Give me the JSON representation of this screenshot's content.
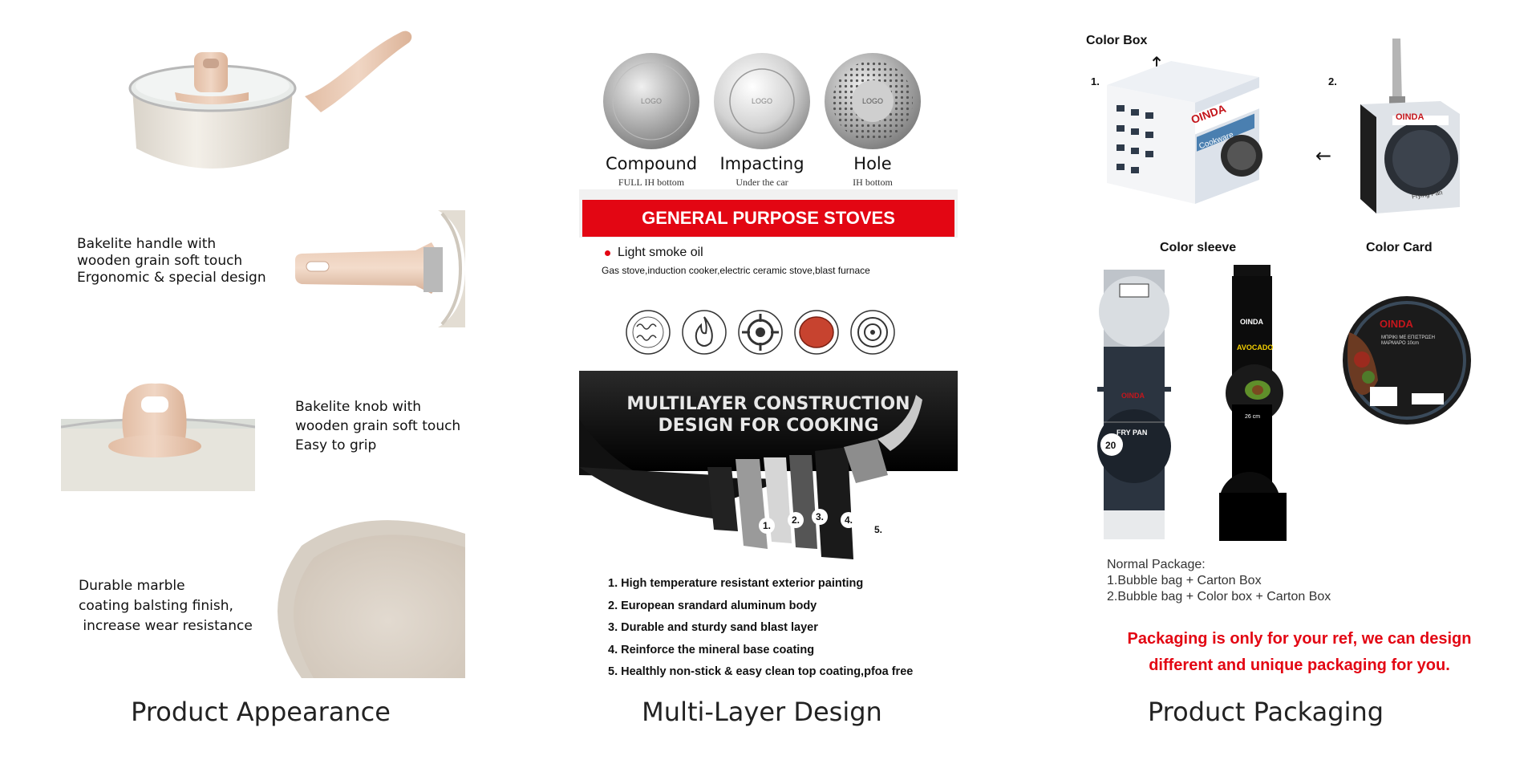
{
  "appearance": {
    "title": "Product Appearance",
    "features": [
      {
        "lines": [
          "Bakelite handle with",
          "wooden grain soft touch",
          "Ergonomic & special design"
        ]
      },
      {
        "lines": [
          "Bakelite knob with",
          "wooden grain soft touch",
          "Easy to grip"
        ]
      },
      {
        "lines": [
          "Durable marble",
          "coating balsting finish,",
          " increase wear resistance"
        ]
      }
    ]
  },
  "multilayer": {
    "title": "Multi-Layer Design",
    "discs": [
      {
        "name": "Compound",
        "sub": "FULL IH bottom",
        "logo": "LOGO"
      },
      {
        "name": "Impacting",
        "sub": "Under the car",
        "logo": "LOGO"
      },
      {
        "name": "Hole",
        "sub": "IH bottom",
        "logo": "LOGO"
      }
    ],
    "banner": "GENERAL PURPOSE STOVES",
    "smoke_label": "Light smoke oil",
    "stoves": "Gas stove,induction cooker,electric ceramic stove,blast furnace",
    "stove_icons": [
      "coil-stove-icon",
      "flame-icon",
      "gas-burner-icon",
      "ceramic-plate-icon",
      "induction-icon"
    ],
    "construction_title": [
      "MULTILAYER CONSTRUCTION",
      "DESIGN FOR COOKING"
    ],
    "layer_numbers": [
      "1.",
      "2.",
      "3.",
      "4.",
      "5."
    ],
    "layers": [
      "1. High temperature resistant exterior painting",
      "2. European srandard aluminum body",
      "3. Durable and sturdy sand blast layer",
      "4. Reinforce the mineral base coating",
      "5. Healthly non-stick & easy clean top coating,pfoa free"
    ]
  },
  "packaging": {
    "title": "Product Packaging",
    "color_box": "Color Box",
    "num1": "1.",
    "num2": "2.",
    "color_sleeve": "Color sleeve",
    "color_card": "Color Card",
    "brand": "OINDA",
    "box_sub": "Cookware",
    "sleeve1_label": "FRY PAN",
    "sleeve1_size": "20",
    "sleeve2_label": "AVOCADO",
    "sleeve2_size": "26 cm",
    "card_text": "ΜΠΡΙΚΙ ΜΕ ΕΠΙΣΤΡΩΣΗ ΜΑΡΜΑΡΟ 10cm",
    "fry_pan_sub": "Frying Pan",
    "normal_package": [
      "Normal Package:",
      "1.Bubble bag + Carton Box",
      "2.Bubble bag + Color box + Carton Box"
    ],
    "note": [
      "Packaging is only for your ref, we can design",
      "different and unique packaging for you."
    ]
  },
  "colors": {
    "red": "#e30613",
    "cream": "#ece7df",
    "wood": "#e6c4ad",
    "dark": "#1a1a1a"
  }
}
